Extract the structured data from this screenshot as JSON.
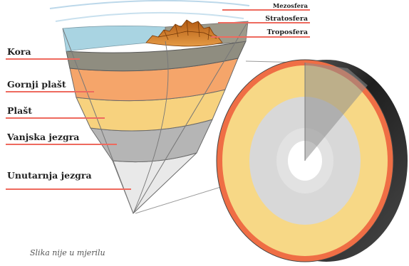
{
  "labels": {
    "mezosfera": "Mezosfera",
    "stratosfera": "Stratosfera",
    "troposfera": "Troposfera",
    "kora": "Kora",
    "gornji_plast": "Gornji plašt",
    "plast": "Plašt",
    "vanjska_jezgra": "Vanjska jezgra",
    "unutarnja_jezgra": "Unutarnja jezgra"
  },
  "caption": "Slika nije u mjerilu",
  "colors": {
    "leader_line": "#ee6a5e",
    "atmosphere_line": "#bcd8ea",
    "ocean": "#a9d4e2",
    "crust": "#8f8d80",
    "mountains": "#c8701c",
    "upper_mantle": "#f5a56a",
    "mantle": "#f7d27e",
    "outer_core": "#b5b5b5",
    "inner_core": "#e9e9e9",
    "globe_rim": "#ef6e45",
    "globe_mantle": "#f7d886",
    "globe_outer_core": "#d8d8d8",
    "globe_center": "#ffffff",
    "globe_shell": "#2a2a2a"
  }
}
